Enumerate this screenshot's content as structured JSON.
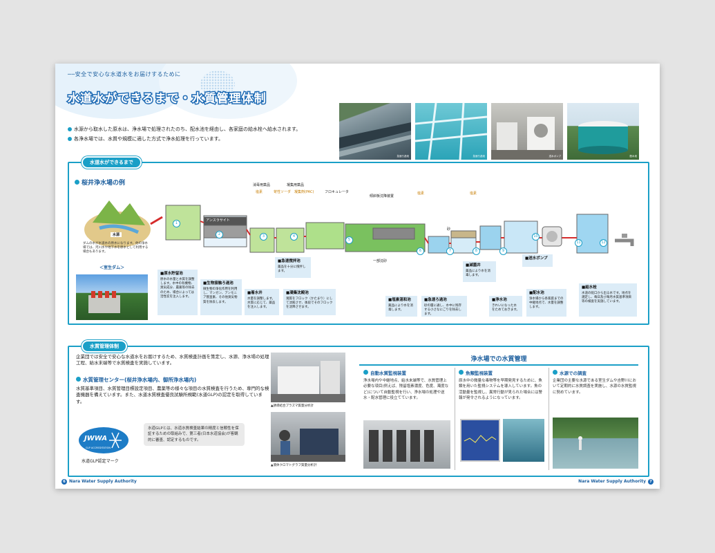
{
  "header": {
    "tagline": "安全で安心な水道水をお届けするために",
    "title": "水道水ができるまで・水質管理体制",
    "intro": [
      "水源から取水した原水は、浄水場で処理されたのち、配水池を経由し、各家庭の給水栓へ給水されます。",
      "各浄水場では、水質や規模に適した方式で浄水処理を行っています。"
    ]
  },
  "photos_top": [
    {
      "caption": "急速ろ過池"
    },
    {
      "caption": "急速ろ過池"
    },
    {
      "caption": "送水ポンプ"
    },
    {
      "caption": "配水池"
    }
  ],
  "process": {
    "section_label": "水道水ができるまで",
    "plant_title": "桜井浄水場の例",
    "source_label": "水源",
    "source_note": "ダムの水が水道水の原水になります。他の浄水場では、河川水や地下水を原水として利用する場合もあります。",
    "dam_caption": "＜室生ダム＞",
    "labels": {
      "anthracite": "アンスラサイト",
      "chemicals_1": "消毒用薬品",
      "chemicals_2": "凝集用薬品",
      "chlorine": "塩素",
      "lime": "苛性ソーダ",
      "pac": "凝集剤(PAC)",
      "flocculator": "フロキュレータ",
      "plate": "傾斜板沈降装置",
      "sludge": "一部沈砂",
      "sand": "砂",
      "chlorine2": "塩素",
      "chlorine3": "塩素"
    },
    "steps": [
      {
        "no": "1",
        "title": "■原水貯留池",
        "text": "原水の水量と水質を調整します。水中の有機物、臭気成分、農薬等の除去のため、場合によっては活性炭を注入します。"
      },
      {
        "no": "2",
        "title": "■生物接触ろ過池",
        "text": "微生物の浄化作用を利用し、マンガン、アンモニア態窒素、その他臭気物質を除去します。"
      },
      {
        "no": "3",
        "title": "■着水井",
        "text": "水量を調整します。水質に応じて、薬品を注入します。"
      },
      {
        "no": "4",
        "title": "■急速撹拌池",
        "text": "薬品を十分に撹拌します。"
      },
      {
        "no": "5",
        "title": "■凝集沈殿池",
        "text": "濁質をフロック（かたまり）にして沈殿させ、後段でそのフロックを沈降させます。"
      },
      {
        "no": "6",
        "title": "■塩素混和池",
        "text": "薬品により水を消毒します。"
      },
      {
        "no": "7",
        "title": "■急速ろ過池",
        "text": "砂の層に通し、水中に残存する小さなにごりを除去します。"
      },
      {
        "no": "8",
        "title": "■減菌井",
        "text": "薬品により水を消毒します。"
      },
      {
        "no": "9",
        "title": "■浄水池",
        "text": "きれいになった水をためておきます。"
      },
      {
        "no": "10",
        "title": "■送水ポンプ",
        "text": ""
      },
      {
        "no": "11",
        "title": "■配水池",
        "text": "浄水場から各家庭までの中継地点で、水量を調整します。"
      },
      {
        "no": "12",
        "title": "■給水栓",
        "text": "水道の蛇口から出る水です。地点を選定し、毎日及び毎月水質基準項目等の検査を実施しています。"
      }
    ]
  },
  "quality": {
    "section_label": "水質管理体制",
    "intro": "企業団では安全で安心な水道水をお届けするため、水質検査計画を策定し、水源、浄水場の処理工程、給水末端等で水質検査を実施しています。",
    "center_title": "水質管理センター(桜井浄水場内、御所浄水場内)",
    "center_text": "水質基準項目、水質管理目標設定項目、農薬等の様々な項目の水質検査を行うため、専門的な検査機器を備えています。また、水道水質検査優良試験所規範(水道GLP)の認定を取得しています。",
    "glp_mark_text": "JWWA",
    "glp_ring": "GLP ACCREDITATION",
    "glp_caption": "水道GLP認定マーク",
    "glp_note": "水道GLPとは、水道水質検査結果の精度と信頼性を保証するための取組みで、第三者(日本水道協会)が客観的に審査、認定するものです。",
    "photo1_caption": "▲誘導結合プラズマ質量分析計",
    "photo2_caption": "▲液体クロマトグラフ質量分析計",
    "plant_mgmt_title": "浄水場での水質管理",
    "columns": [
      {
        "title": "自動水質監視装置",
        "text": "浄水場内や中継地点、給水末端等で、水質管理上必要な項目(例えば、残留塩素濃度、色度、濁度など)について自動監視を行い、浄水場の処理や送水・配水管理に役立てています。"
      },
      {
        "title": "魚類監視装置",
        "text": "原水中の微量な毒物等を早期発見するために、魚類を用いた監視システムを導入しています。魚の活動量を監視し、異常行動が見られた場合には警報が発令されるようになっています。"
      },
      {
        "title": "水源での調査",
        "text": "企業団の主要な水源である室生ダムや吉野川において定期的に水質調査を実施し、水源の水質監視に努めています。"
      }
    ]
  },
  "footer": {
    "left_page": "6",
    "right_page": "7",
    "org": "Nara Water Supply Authority"
  },
  "colors": {
    "accent": "#1a9fc7",
    "title_blue": "#1d6ab4",
    "box_bg": "#dcecf7"
  }
}
